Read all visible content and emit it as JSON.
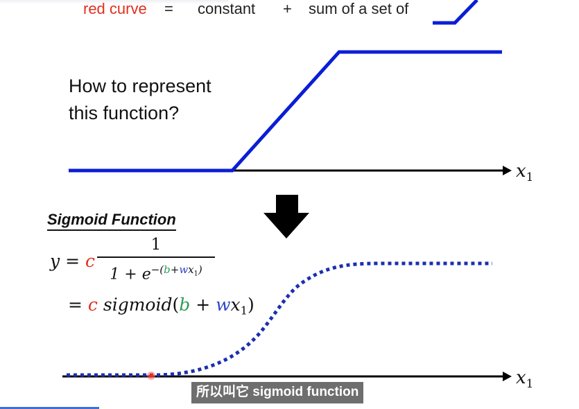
{
  "header": {
    "red_curve": "red curve",
    "equals": "=",
    "constant": "constant",
    "plus": "+",
    "sum_of_set": "sum of a set of"
  },
  "question": {
    "line1": "How to represent",
    "line2": "this function?"
  },
  "sigmoid": {
    "title": "Sigmoid Function",
    "y": "y",
    "eq": "=",
    "c": "c",
    "numerator": "1",
    "den_prefix": "1 + e",
    "exp_open": "−(",
    "b": "b",
    "plus": "+",
    "w": "w",
    "x": "x",
    "sub1": "1",
    "exp_close": ")",
    "eq2": "=",
    "sigmoid_word": "sigmoid",
    "open_paren": "(",
    "close_paren": ")"
  },
  "axis": {
    "x": "x",
    "sub": "1"
  },
  "subtitle": "所以叫它 sigmoid function",
  "colors": {
    "red": "#e0301e",
    "blue_curve": "#0a1ed6",
    "dotted_curve": "#1a2fb0",
    "green": "#2a9d55",
    "w_blue": "#2c45c8"
  },
  "icons": [
    "down-arrow-icon",
    "cursor-dot-icon"
  ]
}
